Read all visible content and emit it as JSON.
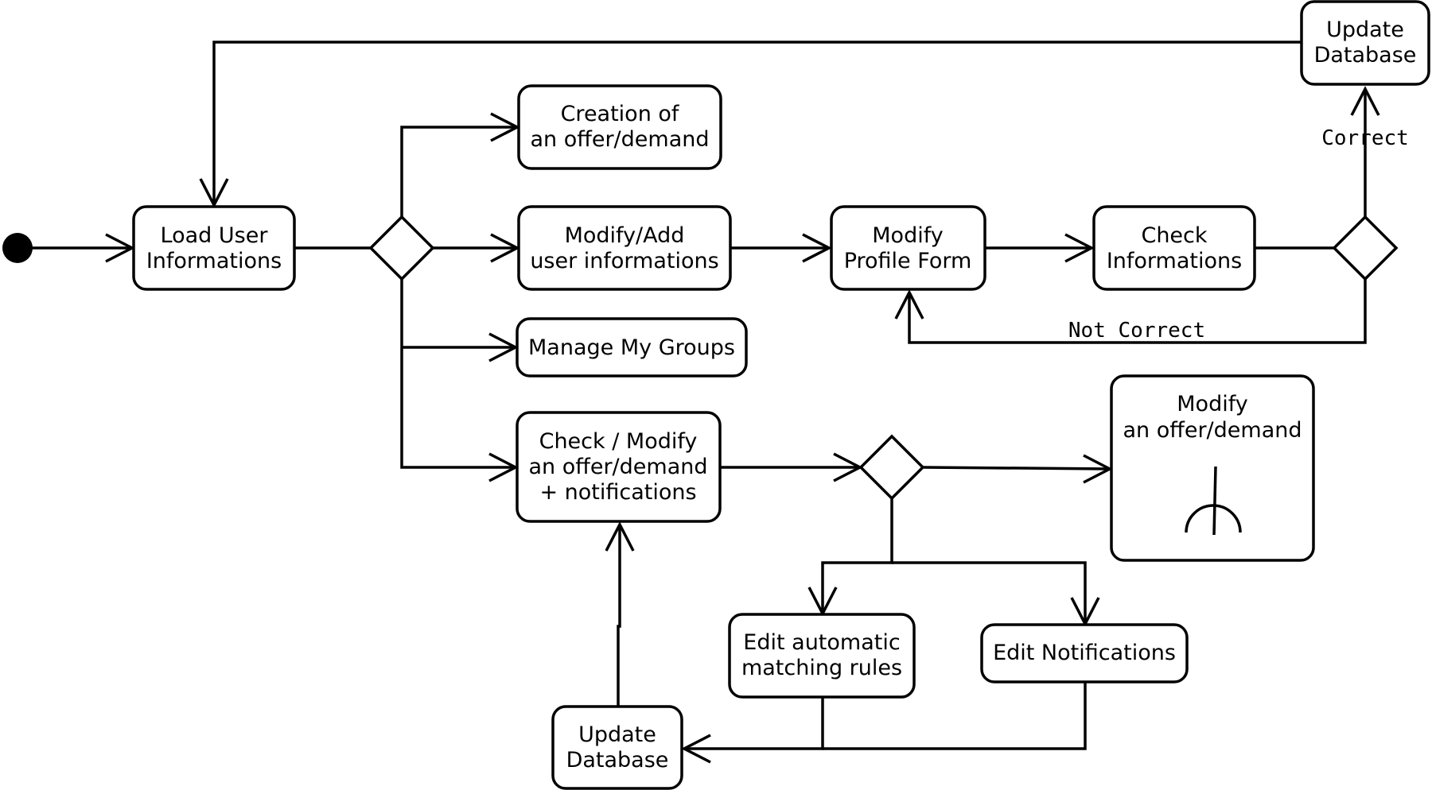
{
  "diagram": {
    "nodes": {
      "load_user": [
        "Load User",
        "Informations"
      ],
      "creation_offer": [
        "Creation of",
        "an offer/demand"
      ],
      "modify_add_user": [
        "Modify/Add",
        "user informations"
      ],
      "manage_groups": [
        "Manage My Groups"
      ],
      "check_modify_offer": [
        "Check / Modify",
        "an offer/demand",
        "+ notifications"
      ],
      "modify_profile_form": [
        "Modify",
        "Profile Form"
      ],
      "check_informations": [
        "Check",
        "Informations"
      ],
      "update_database_top": [
        "Update",
        "Database"
      ],
      "modify_offer": [
        "Modify",
        "an offer/demand"
      ],
      "edit_matching_rules": [
        "Edit automatic",
        "matching rules"
      ],
      "edit_notifications": [
        "Edit Notifications"
      ],
      "update_database_bottom": [
        "Update",
        "Database"
      ]
    },
    "guards": {
      "correct": "Correct",
      "not_correct": "Not Correct"
    }
  }
}
